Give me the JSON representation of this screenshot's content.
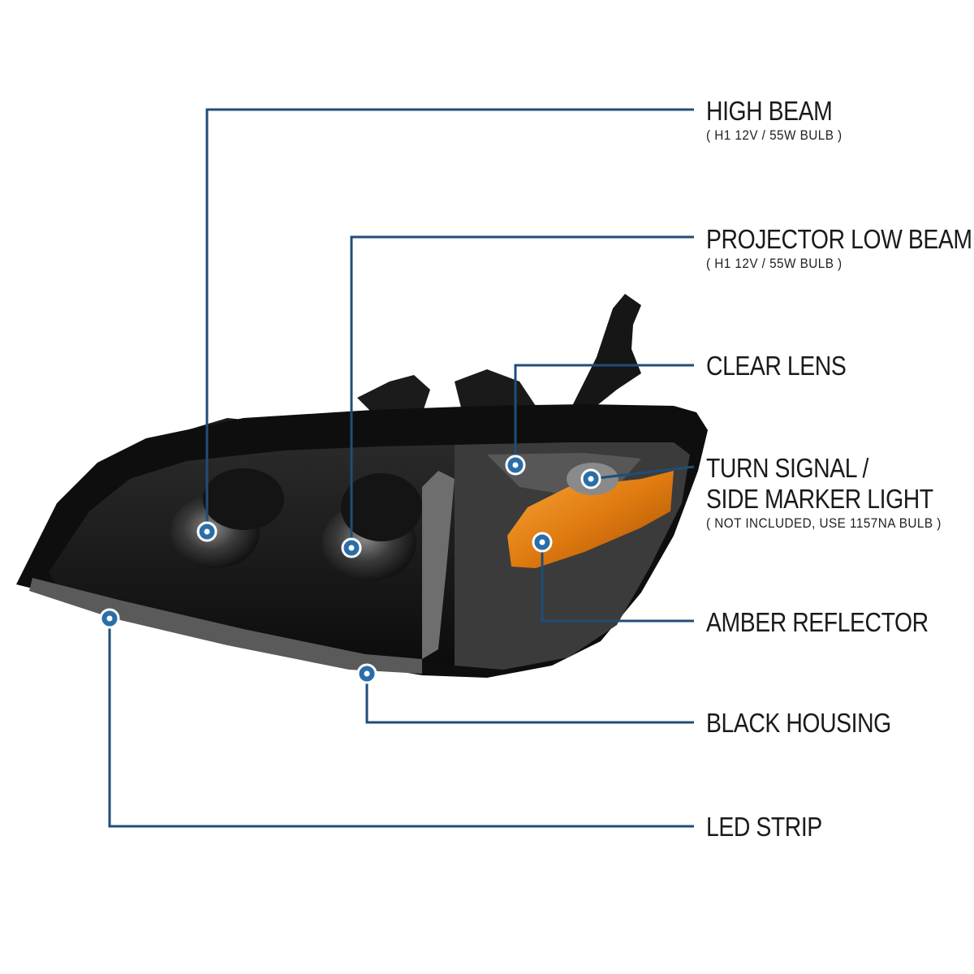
{
  "callouts": [
    {
      "key": "high_beam",
      "title": "HIGH BEAM",
      "sub": "( H1  12V / 55W  BULB )"
    },
    {
      "key": "projector_low_beam",
      "title": "PROJECTOR LOW BEAM",
      "sub": "( H1  12V / 55W  BULB )"
    },
    {
      "key": "clear_lens",
      "title": "CLEAR LENS",
      "sub": ""
    },
    {
      "key": "turn_signal",
      "title": "TURN SIGNAL  /",
      "title2": "SIDE MARKER LIGHT",
      "sub": "( NOT INCLUDED, USE  1157NA  BULB )"
    },
    {
      "key": "amber_reflector",
      "title": "AMBER REFLECTOR",
      "sub": ""
    },
    {
      "key": "black_housing",
      "title": "BLACK HOUSING",
      "sub": ""
    },
    {
      "key": "led_strip",
      "title": "LED STRIP",
      "sub": ""
    }
  ],
  "colors": {
    "callout_line": "#1f4e79",
    "callout_dot": "#2a6ea8",
    "housing": "#111111",
    "amber": "#e07b10",
    "text": "#1a1a1a"
  },
  "icons": [
    "headlight-illustration",
    "callout-dot-icon"
  ]
}
